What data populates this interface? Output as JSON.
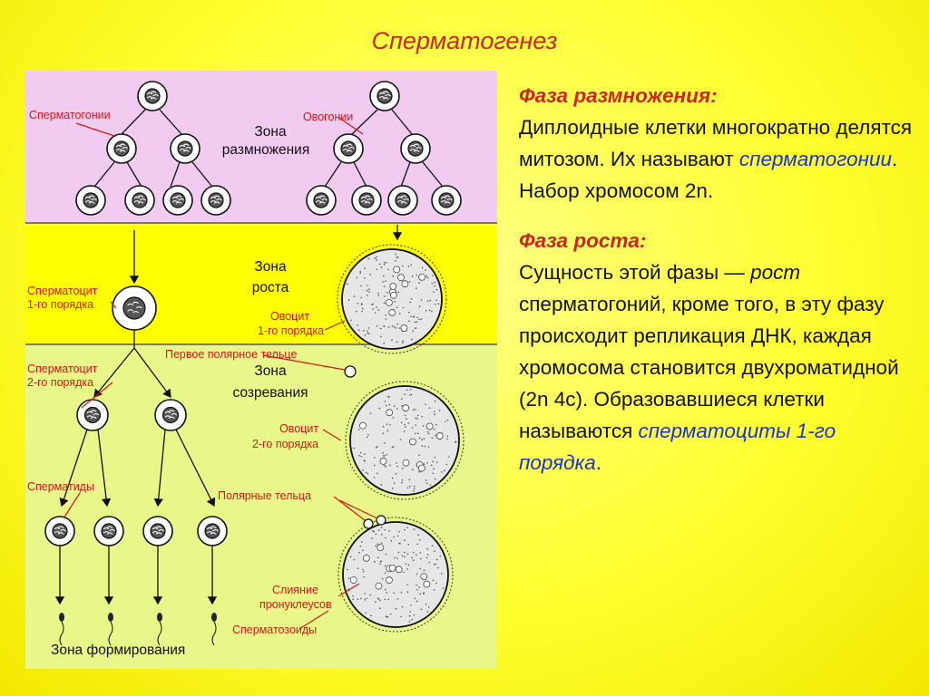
{
  "title": "Сперматогенез",
  "diagram": {
    "labels": {
      "spermatogonia": "Сперматогонии",
      "oogonia": "Овогонии",
      "zone_reproduction_1": "Зона",
      "zone_reproduction_2": "размножения",
      "spermatocyte1_1": "Сперматоцит",
      "spermatocyte1_2": "1-го порядка",
      "zone_growth_1": "Зона",
      "zone_growth_2": "роста",
      "oocyte1_1": "Овоцит",
      "oocyte1_2": "1-го порядка",
      "polar_body_first": "Первое полярное тельце",
      "spermatocyte2_1": "Сперматоцит",
      "spermatocyte2_2": "2-го порядка",
      "zone_maturation_1": "Зона",
      "zone_maturation_2": "созревания",
      "oocyte2_1": "Овоцит",
      "oocyte2_2": "2-го порядка",
      "spermatids": "Сперматиды",
      "polar_bodies": "Полярные тельца",
      "fusion_1": "Слияние",
      "fusion_2": "пронуклеусов",
      "spermatozoa": "Сперматозоиды",
      "zone_formation": "Зона формирования"
    },
    "colors": {
      "zone_reproduction": "#f1ccf0",
      "zone_growth": "#ffff00",
      "zone_maturation": "#e9f78a",
      "label_red": "#d01818"
    }
  },
  "text": {
    "phase1_heading": "Фаза размножения:",
    "phase1_body_1": "Диплоидные клетки многократно делятся митозом. Их называют ",
    "phase1_term": "сперматогонии",
    "phase1_body_2": ". Набор хромосом 2n.",
    "phase2_heading": "Фаза роста:",
    "phase2_body_1": "Сущность этой фазы — ",
    "phase2_em": "рост",
    "phase2_body_2": " сперматогоний, кроме того, в эту фазу происходит репликация ДНК, каждая хромосома становится двухроматидной (2n 4c). Образовавшиеся клетки называются ",
    "phase2_term": "сперматоциты 1-го порядка",
    "phase2_end": "."
  }
}
